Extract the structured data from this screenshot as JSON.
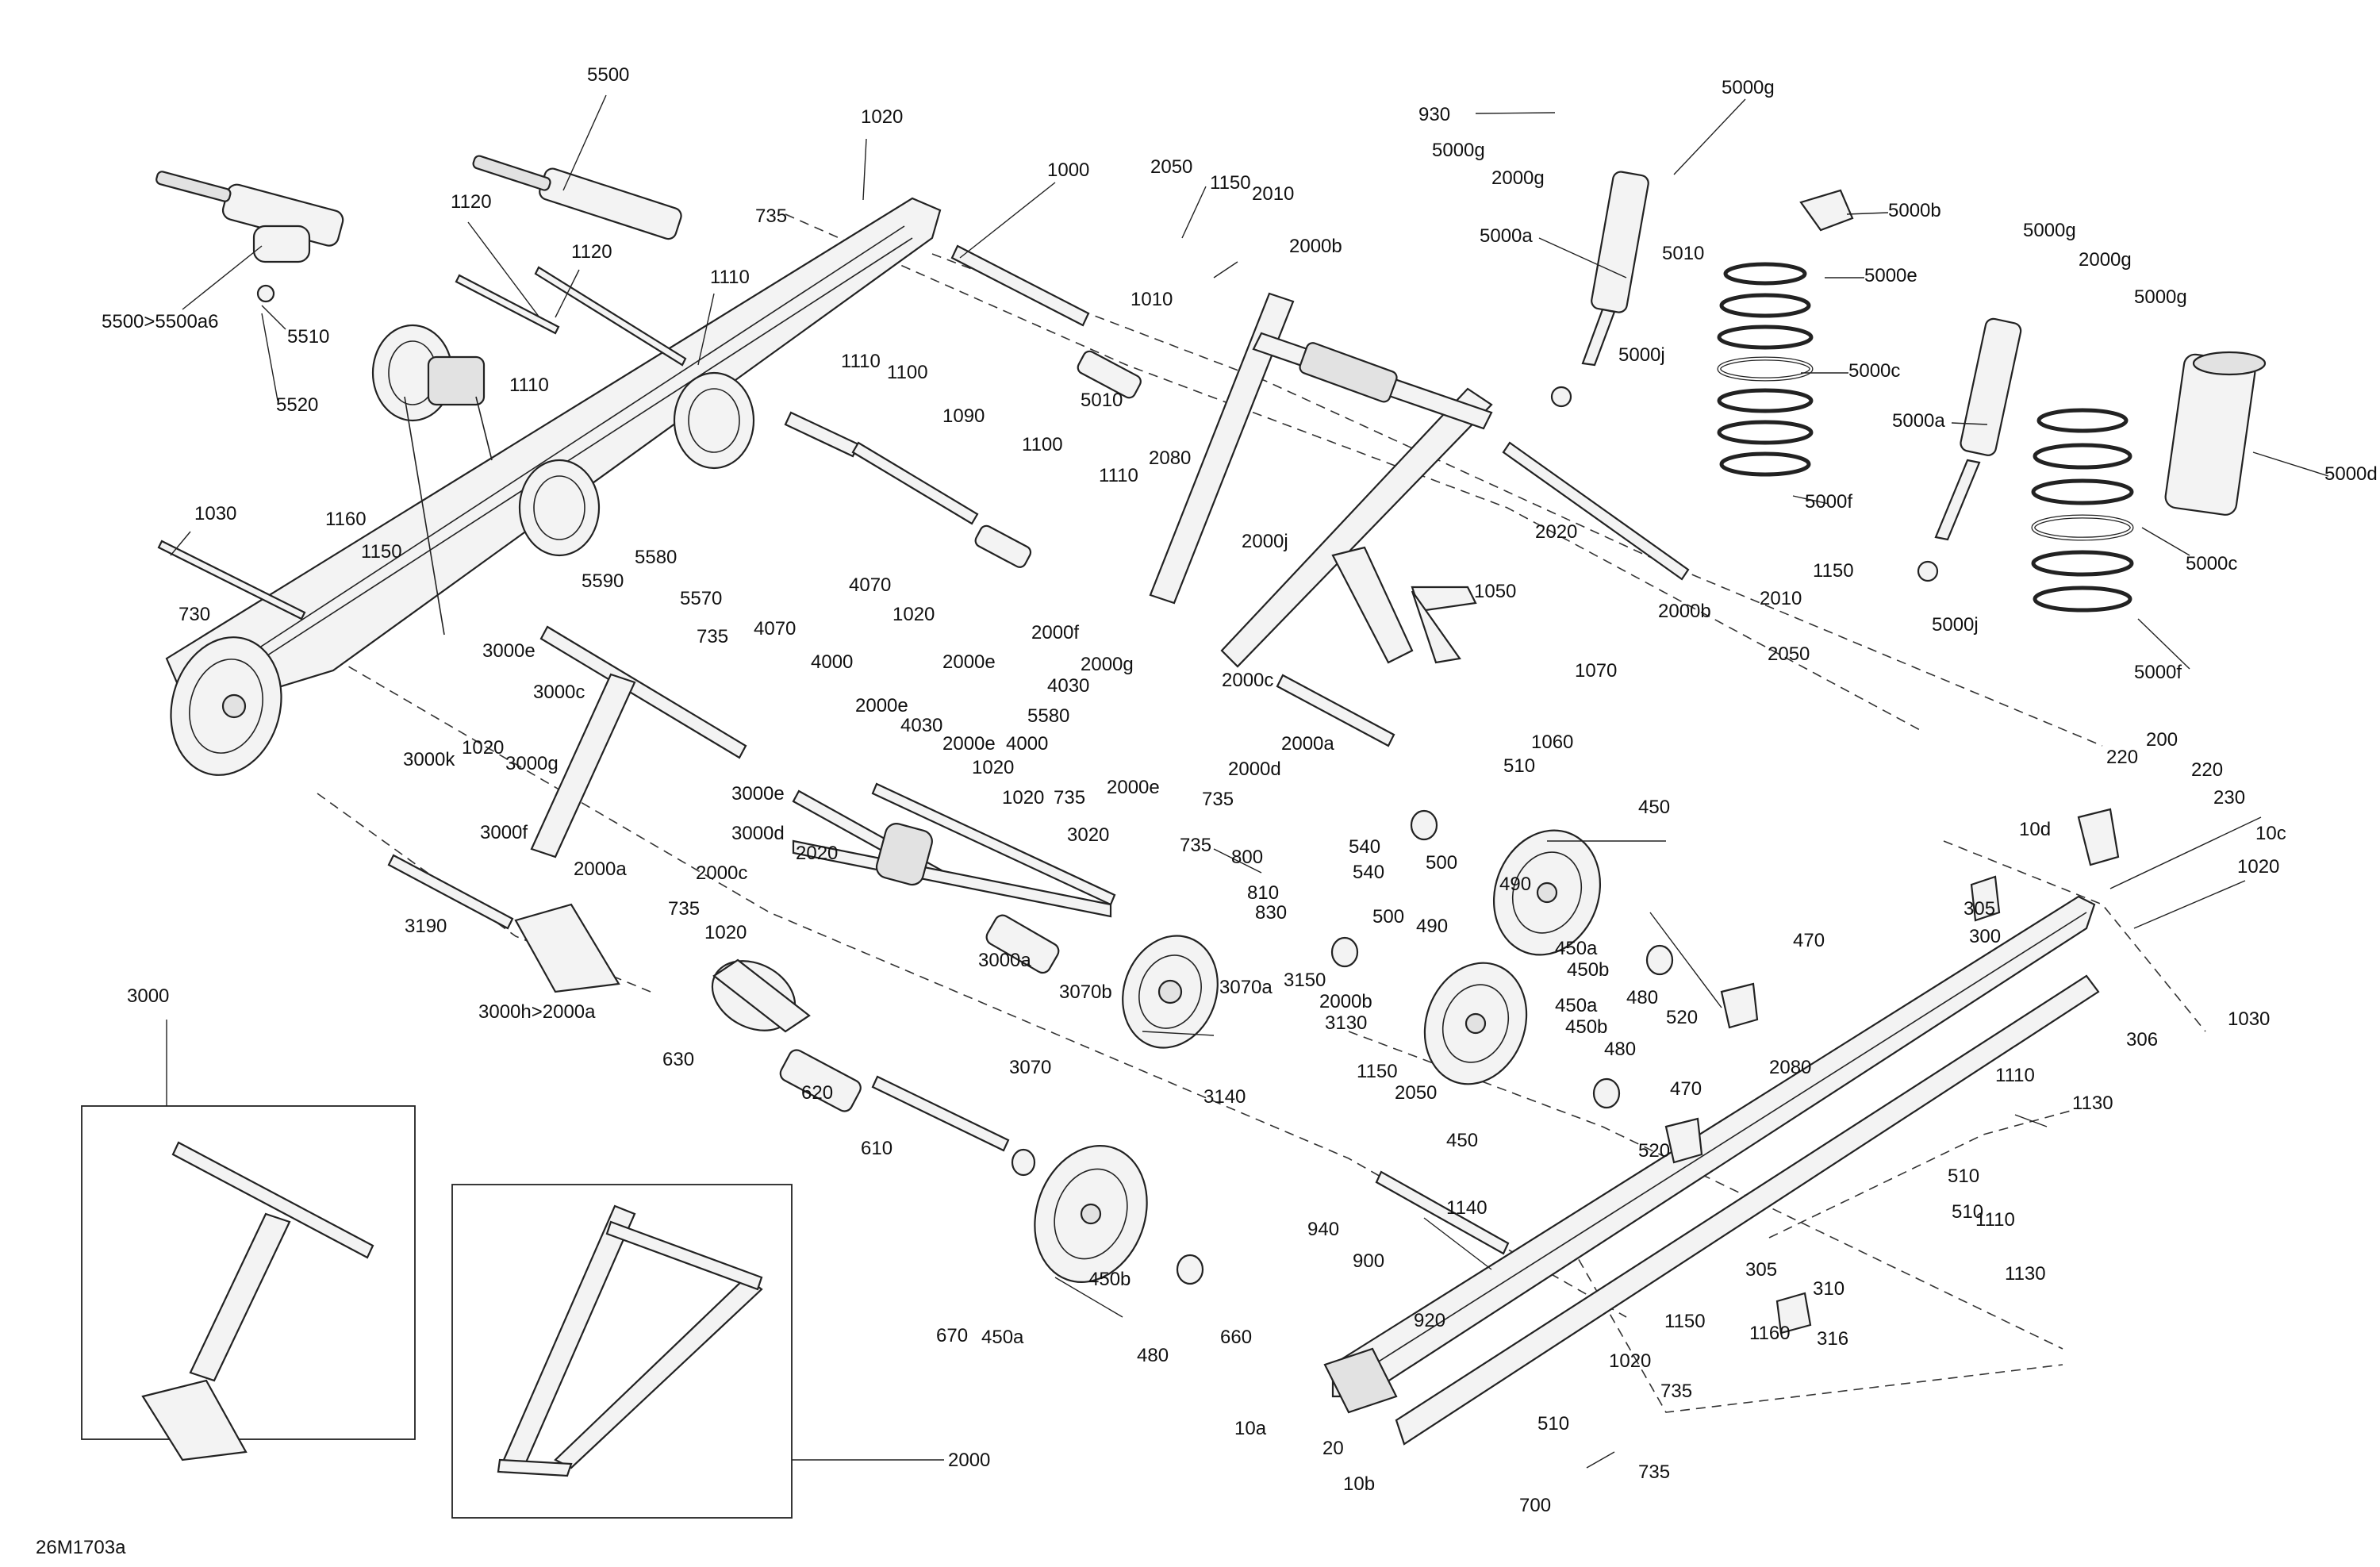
{
  "drawing_code": "26M1703a",
  "callouts": [
    {
      "t": "5500"
    },
    {
      "t": "1020"
    },
    {
      "t": "735"
    },
    {
      "t": "1000"
    },
    {
      "t": "2050"
    },
    {
      "t": "1150"
    },
    {
      "t": "2010"
    },
    {
      "t": "2000b"
    },
    {
      "t": "1010"
    },
    {
      "t": "930"
    },
    {
      "t": "5000g"
    },
    {
      "t": "2000g"
    },
    {
      "t": "5000g"
    },
    {
      "t": "5000b"
    },
    {
      "t": "5010"
    },
    {
      "t": "5000a"
    },
    {
      "t": "5000e"
    },
    {
      "t": "5000j"
    },
    {
      "t": "5000c"
    },
    {
      "t": "5000f"
    },
    {
      "t": "5000g"
    },
    {
      "t": "2000g"
    },
    {
      "t": "5000g"
    },
    {
      "t": "5000a"
    },
    {
      "t": "5000d"
    },
    {
      "t": "5000c"
    },
    {
      "t": "5000j"
    },
    {
      "t": "5000f"
    },
    {
      "t": "1120"
    },
    {
      "t": "1120"
    },
    {
      "t": "1110"
    },
    {
      "t": "5500>5500a6"
    },
    {
      "t": "5510"
    },
    {
      "t": "5520"
    },
    {
      "t": "1110"
    },
    {
      "t": "1110"
    },
    {
      "t": "1100"
    },
    {
      "t": "1090"
    },
    {
      "t": "5010"
    },
    {
      "t": "1100"
    },
    {
      "t": "1110"
    },
    {
      "t": "2080"
    },
    {
      "t": "2020"
    },
    {
      "t": "2000j"
    },
    {
      "t": "2000b"
    },
    {
      "t": "2010"
    },
    {
      "t": "1150"
    },
    {
      "t": "2050"
    },
    {
      "t": "1030"
    },
    {
      "t": "1160"
    },
    {
      "t": "1150"
    },
    {
      "t": "730"
    },
    {
      "t": "5580"
    },
    {
      "t": "5590"
    },
    {
      "t": "5570"
    },
    {
      "t": "735"
    },
    {
      "t": "4070"
    },
    {
      "t": "1020"
    },
    {
      "t": "4070"
    },
    {
      "t": "4000"
    },
    {
      "t": "2000e"
    },
    {
      "t": "2000f"
    },
    {
      "t": "1050"
    },
    {
      "t": "1070"
    },
    {
      "t": "2000g"
    },
    {
      "t": "4030"
    },
    {
      "t": "2000c"
    },
    {
      "t": "2000e"
    },
    {
      "t": "4030"
    },
    {
      "t": "5580"
    },
    {
      "t": "2000a"
    },
    {
      "t": "2000e"
    },
    {
      "t": "4000"
    },
    {
      "t": "1020"
    },
    {
      "t": "2000d"
    },
    {
      "t": "1060"
    },
    {
      "t": "510"
    },
    {
      "t": "1020"
    },
    {
      "t": "735"
    },
    {
      "t": "2000e"
    },
    {
      "t": "735"
    },
    {
      "t": "3000e"
    },
    {
      "t": "3000c"
    },
    {
      "t": "3000k"
    },
    {
      "t": "1020"
    },
    {
      "t": "3000g"
    },
    {
      "t": "3000f"
    },
    {
      "t": "3000e"
    },
    {
      "t": "3000d"
    },
    {
      "t": "2020"
    },
    {
      "t": "3020"
    },
    {
      "t": "735"
    },
    {
      "t": "800"
    },
    {
      "t": "810"
    },
    {
      "t": "830"
    },
    {
      "t": "2000a"
    },
    {
      "t": "2000c"
    },
    {
      "t": "735"
    },
    {
      "t": "1020"
    },
    {
      "t": "3190"
    },
    {
      "t": "3000h>2000a"
    },
    {
      "t": "3000a"
    },
    {
      "t": "3070b"
    },
    {
      "t": "3070a"
    },
    {
      "t": "3150"
    },
    {
      "t": "3070"
    },
    {
      "t": "3140"
    },
    {
      "t": "2000b"
    },
    {
      "t": "3130"
    },
    {
      "t": "1150"
    },
    {
      "t": "2050"
    },
    {
      "t": "630"
    },
    {
      "t": "620"
    },
    {
      "t": "610"
    },
    {
      "t": "450"
    },
    {
      "t": "540"
    },
    {
      "t": "500"
    },
    {
      "t": "490"
    },
    {
      "t": "540"
    },
    {
      "t": "500"
    },
    {
      "t": "490"
    },
    {
      "t": "450a"
    },
    {
      "t": "450b"
    },
    {
      "t": "480"
    },
    {
      "t": "520"
    },
    {
      "t": "470"
    },
    {
      "t": "450a"
    },
    {
      "t": "450b"
    },
    {
      "t": "480"
    },
    {
      "t": "450"
    },
    {
      "t": "470"
    },
    {
      "t": "520"
    },
    {
      "t": "2080"
    },
    {
      "t": "200"
    },
    {
      "t": "220"
    },
    {
      "t": "220"
    },
    {
      "t": "230"
    },
    {
      "t": "10d"
    },
    {
      "t": "10c"
    },
    {
      "t": "1020"
    },
    {
      "t": "305"
    },
    {
      "t": "300"
    },
    {
      "t": "306"
    },
    {
      "t": "1030"
    },
    {
      "t": "1110"
    },
    {
      "t": "1130"
    },
    {
      "t": "510"
    },
    {
      "t": "510"
    },
    {
      "t": "1110"
    },
    {
      "t": "1130"
    },
    {
      "t": "305"
    },
    {
      "t": "310"
    },
    {
      "t": "1160"
    },
    {
      "t": "316"
    },
    {
      "t": "1150"
    },
    {
      "t": "1020"
    },
    {
      "t": "735"
    },
    {
      "t": "1140"
    },
    {
      "t": "940"
    },
    {
      "t": "900"
    },
    {
      "t": "920"
    },
    {
      "t": "660"
    },
    {
      "t": "450a"
    },
    {
      "t": "450b"
    },
    {
      "t": "480"
    },
    {
      "t": "670"
    },
    {
      "t": "10a"
    },
    {
      "t": "20"
    },
    {
      "t": "10b"
    },
    {
      "t": "510"
    },
    {
      "t": "700"
    },
    {
      "t": "735"
    },
    {
      "t": "3000"
    },
    {
      "t": "2000"
    }
  ]
}
